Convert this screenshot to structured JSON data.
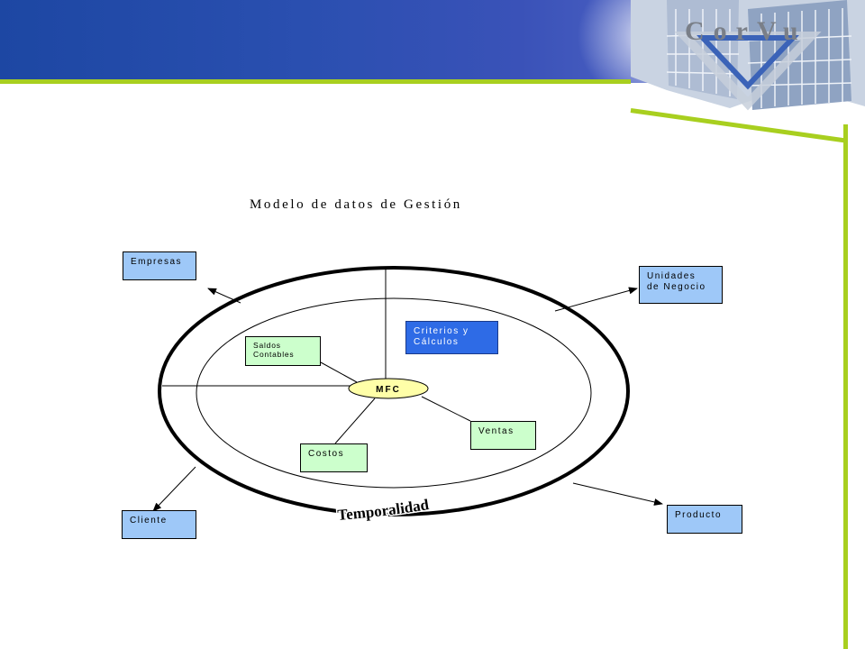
{
  "header": {
    "logo": "CorVu"
  },
  "diagram": {
    "title": "Modelo de datos de Gestión",
    "center": "MFC",
    "ring_label": "Temporalidad",
    "outer": {
      "empresas": "Empresas",
      "unidades_1": "Unidades",
      "unidades_2": "de Negocio",
      "cliente": "Cliente",
      "producto": "Producto"
    },
    "inner": {
      "saldos_1": "Saldos",
      "saldos_2": "Contables",
      "criterios_1": "Criterios y",
      "criterios_2": "Cálculos",
      "ventas": "Ventas",
      "costos": "Costos"
    }
  },
  "colors": {
    "header_blue": "#2a4fb0",
    "accent_green": "#a8cf1f",
    "box_blue": "#9ec8f8",
    "box_green": "#ccffcc",
    "box_dark_blue": "#2e6be6",
    "center_yellow": "#ffffa8"
  }
}
